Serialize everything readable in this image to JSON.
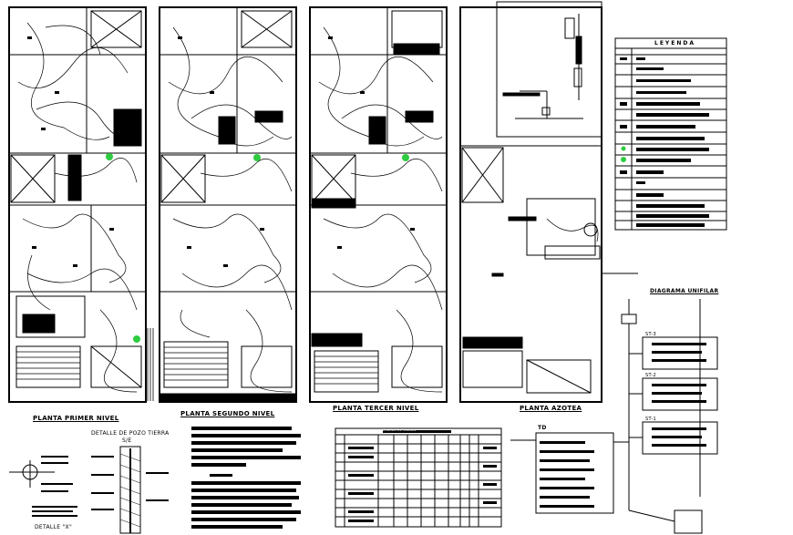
{
  "plans": [
    {
      "title": "PLANTA PRIMER NIVEL"
    },
    {
      "title": "PLANTA SEGUNDO NIVEL"
    },
    {
      "title": "PLANTA TERCER NIVEL"
    },
    {
      "title": "PLANTA AZOTEA"
    }
  ],
  "legend": {
    "title": "LEYENDA"
  },
  "diagram": {
    "title": "DIAGRAMA UNIFILAR",
    "td_label": "TD",
    "subboards": [
      "ST-3",
      "ST-2",
      "ST-1"
    ]
  },
  "detail_pozo": {
    "title": "DETALLE DE POZO TIERRA",
    "scale": "S/E"
  },
  "detail_x": {
    "title": "DETALLE \"X\""
  },
  "table": {
    "title": "CUADRO DE CARGAS"
  },
  "colors": {
    "line": "#000000",
    "highlight": "#2ecc40"
  }
}
